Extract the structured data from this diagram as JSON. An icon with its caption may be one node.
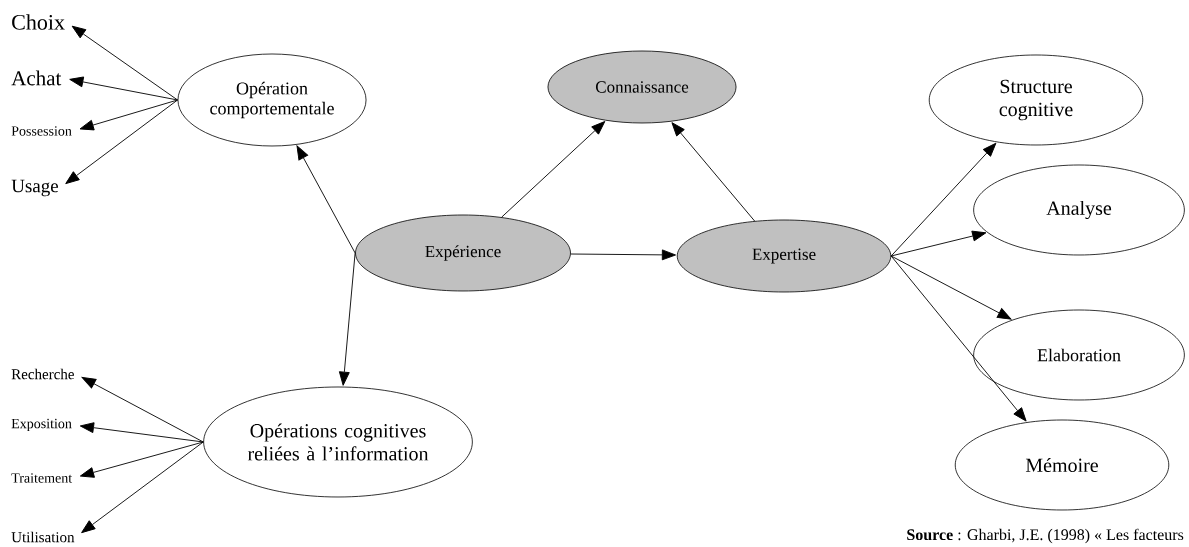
{
  "diagram": {
    "nodes": [
      {
        "text": [
          "Opération comportementale"
        ]
      },
      {
        "text": [
          "Choix"
        ]
      },
      {
        "text": [
          "Achat"
        ]
      },
      {
        "text": [
          "Possession"
        ]
      },
      {
        "text": [
          "Usage"
        ]
      },
      {
        "text": [
          "Connaissance"
        ]
      },
      {
        "text": [
          "Structure cognitive"
        ]
      },
      {
        "text": [
          "Expérience"
        ]
      },
      {
        "text": [
          "Expertise"
        ]
      },
      {
        "text": [
          "Analyse"
        ]
      },
      {
        "text": [
          "Opérations cognitives reliées à l’information"
        ]
      },
      {
        "text": [
          "Recherche"
        ]
      },
      {
        "text": [
          "Exposition"
        ]
      },
      {
        "text": [
          "Traitement"
        ]
      },
      {
        "text": [
          "Elaboration"
        ]
      },
      {
        "text": [
          "Utilisation"
        ]
      },
      {
        "text": [
          "Mémoire"
        ]
      }
    ],
    "edges": [
      {
        "from": 0,
        "to": 1,
        "arrow": "to"
      },
      {
        "from": 0,
        "to": 2,
        "arrow": "to"
      },
      {
        "from": 0,
        "to": 3,
        "arrow": "to"
      },
      {
        "from": 0,
        "to": 4,
        "arrow": "to"
      },
      {
        "from": 7,
        "to": 0,
        "arrow": "to"
      },
      {
        "from": 7,
        "to": 5,
        "arrow": "to"
      },
      {
        "from": 7,
        "to": 8,
        "arrow": "to"
      },
      {
        "from": 7,
        "to": 10,
        "arrow": "to"
      },
      {
        "from": 8,
        "to": 5,
        "arrow": "to"
      },
      {
        "from": 8,
        "to": 6,
        "arrow": "to"
      },
      {
        "from": 8,
        "to": 9,
        "arrow": "to"
      },
      {
        "from": 8,
        "to": 14,
        "arrow": "to"
      },
      {
        "from": 8,
        "to": 16,
        "arrow": "to"
      },
      {
        "from": 10,
        "to": 11,
        "arrow": "to"
      },
      {
        "from": 10,
        "to": 12,
        "arrow": "to"
      },
      {
        "from": 10,
        "to": 13,
        "arrow": "to"
      },
      {
        "from": 10,
        "to": 15,
        "arrow": "to"
      }
    ],
    "labels": [
      "**Source** : Gharbi, J.E. (1998) « Les facteurs"
    ]
  }
}
